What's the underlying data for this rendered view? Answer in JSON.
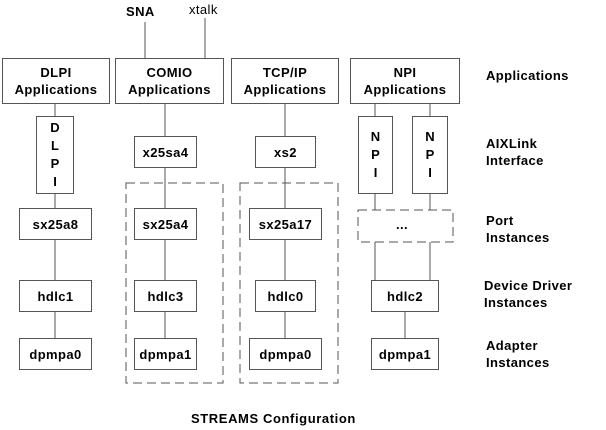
{
  "diagram": {
    "caption": "STREAMS Configuration",
    "top_labels": {
      "sna": "SNA",
      "xtalk": "xtalk"
    },
    "applications": {
      "dlpi": [
        "DLPI",
        "Applications"
      ],
      "comio": [
        "COMIO",
        "Applications"
      ],
      "tcpip": [
        "TCP/IP",
        "Applications"
      ],
      "npi": [
        "NPI",
        "Applications"
      ]
    },
    "interfaces": {
      "dlpi": [
        "D",
        "L",
        "P",
        "I"
      ],
      "x25sa4": "x25sa4",
      "xs2": "xs2",
      "npi_left": [
        "N",
        "P",
        "I"
      ],
      "npi_right": [
        "N",
        "P",
        "I"
      ]
    },
    "ports": {
      "sx25a8": "sx25a8",
      "sx25a4": "sx25a4",
      "sx25a17": "sx25a17",
      "ellipsis": "..."
    },
    "device_drivers": {
      "hdlc1": "hdlc1",
      "hdlc3": "hdlc3",
      "hdlc0": "hdlc0",
      "hdlc2": "hdlc2"
    },
    "adapters": {
      "col1": "dpmpa0",
      "col2": "dpmpa1",
      "col3": "dpmpa0",
      "col4": "dpmpa1"
    },
    "row_labels": {
      "applications": [
        "Applications"
      ],
      "aixlink": [
        "AIXLink",
        "Interface"
      ],
      "port": [
        "Port",
        "Instances"
      ],
      "device_driver": [
        "Device Driver",
        "Instances"
      ],
      "adapter": [
        "Adapter",
        "Instances"
      ]
    }
  }
}
